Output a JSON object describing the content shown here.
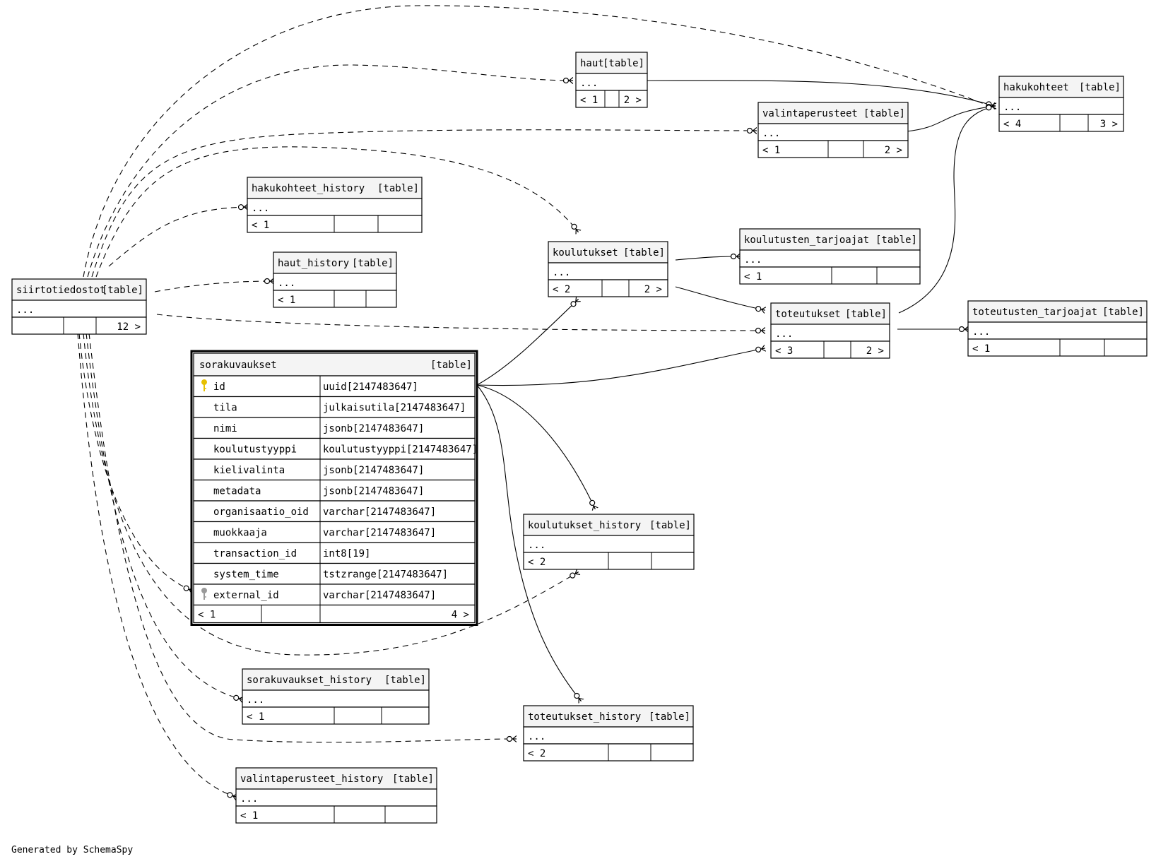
{
  "tables": {
    "haut": {
      "name": "haut",
      "kind": "[table]",
      "body": "...",
      "parents": "< 1",
      "children": "2 >"
    },
    "hakukohteet": {
      "name": "hakukohteet",
      "kind": "[table]",
      "body": "...",
      "parents": "< 4",
      "children": "3 >"
    },
    "valintaperusteet": {
      "name": "valintaperusteet",
      "kind": "[table]",
      "body": "...",
      "parents": "< 1",
      "children": "2 >"
    },
    "hakukohteet_history": {
      "name": "hakukohteet_history",
      "kind": "[table]",
      "body": "...",
      "parents": "< 1",
      "children": ""
    },
    "haut_history": {
      "name": "haut_history",
      "kind": "[table]",
      "body": "...",
      "parents": "< 1",
      "children": ""
    },
    "siirtotiedostot": {
      "name": "siirtotiedostot",
      "kind": "[table]",
      "body": "...",
      "parents": "",
      "children": "12 >"
    },
    "koulutukset": {
      "name": "koulutukset",
      "kind": "[table]",
      "body": "...",
      "parents": "< 2",
      "children": "2 >"
    },
    "koulutusten_tarjoajat": {
      "name": "koulutusten_tarjoajat",
      "kind": "[table]",
      "body": "...",
      "parents": "< 1",
      "children": ""
    },
    "toteutukset": {
      "name": "toteutukset",
      "kind": "[table]",
      "body": "...",
      "parents": "< 3",
      "children": "2 >"
    },
    "toteutusten_tarjoajat": {
      "name": "toteutusten_tarjoajat",
      "kind": "[table]",
      "body": "...",
      "parents": "< 1",
      "children": ""
    },
    "koulutukset_history": {
      "name": "koulutukset_history",
      "kind": "[table]",
      "body": "...",
      "parents": "< 2",
      "children": ""
    },
    "sorakuvaukset_history": {
      "name": "sorakuvaukset_history",
      "kind": "[table]",
      "body": "...",
      "parents": "< 1",
      "children": ""
    },
    "toteutukset_history": {
      "name": "toteutukset_history",
      "kind": "[table]",
      "body": "...",
      "parents": "< 2",
      "children": ""
    },
    "valintaperusteet_history": {
      "name": "valintaperusteet_history",
      "kind": "[table]",
      "body": "...",
      "parents": "< 1",
      "children": ""
    }
  },
  "focus": {
    "name": "sorakuvaukset",
    "kind": "[table]",
    "columns": [
      {
        "name": "id",
        "type": "uuid[2147483647]",
        "key": "primary"
      },
      {
        "name": "tila",
        "type": "julkaisutila[2147483647]",
        "key": ""
      },
      {
        "name": "nimi",
        "type": "jsonb[2147483647]",
        "key": ""
      },
      {
        "name": "koulutustyyppi",
        "type": "koulutustyyppi[2147483647]",
        "key": ""
      },
      {
        "name": "kielivalinta",
        "type": "jsonb[2147483647]",
        "key": ""
      },
      {
        "name": "metadata",
        "type": "jsonb[2147483647]",
        "key": ""
      },
      {
        "name": "organisaatio_oid",
        "type": "varchar[2147483647]",
        "key": ""
      },
      {
        "name": "muokkaaja",
        "type": "varchar[2147483647]",
        "key": ""
      },
      {
        "name": "transaction_id",
        "type": "int8[19]",
        "key": ""
      },
      {
        "name": "system_time",
        "type": "tstzrange[2147483647]",
        "key": ""
      },
      {
        "name": "external_id",
        "type": "varchar[2147483647]",
        "key": "foreign"
      }
    ],
    "parents": "< 1",
    "children": "4 >"
  },
  "colors": {
    "header_fill": "#f4f4f4",
    "border": "#000000",
    "primary_key": "#e6c000",
    "foreign_key": "#9a9a9a"
  },
  "footer": "Generated by SchemaSpy"
}
